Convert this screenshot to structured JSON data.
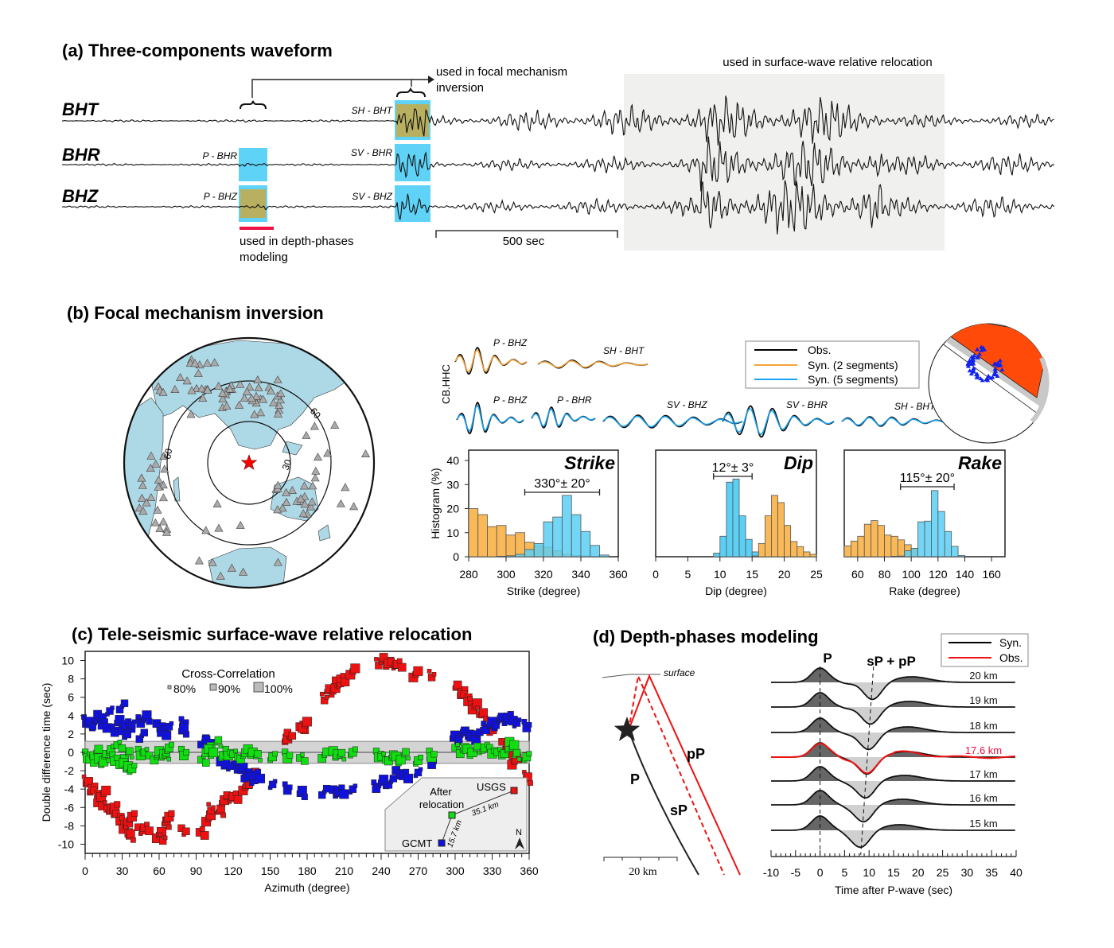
{
  "panel_a": {
    "title": "(a)  Three-components waveform",
    "components": [
      "BHT",
      "BHR",
      "BHZ"
    ],
    "window_labels": {
      "sh_bht": "SH - BHT",
      "p_bhr": "P - BHR",
      "sv_bhr": "SV - BHR",
      "p_bhz": "P - BHZ",
      "sv_bhz": "SV - BHZ"
    },
    "focal_note_1": "used in focal mechanism",
    "focal_note_2": "inversion",
    "surface_note": "used in surface-wave relative relocation",
    "depth_note_1": "used in depth-phases",
    "depth_note_2": "modeling",
    "scale_label": "500 sec",
    "colors": {
      "window": "#5fd3f7",
      "overlap": "#b8b060",
      "surface_region": "#f0f0ef",
      "depth_bar": "#ee1144"
    }
  },
  "panel_b": {
    "title": "(b)  Focal mechanism inversion",
    "map_ring_labels": [
      "30",
      "60",
      "60"
    ],
    "station_label": "CB.HHC",
    "waveform_labels_top": [
      "P - BHZ",
      "SH - BHT"
    ],
    "waveform_labels_bottom": [
      "P - BHZ",
      "P - BHR",
      "SV - BHZ",
      "SV - BHR",
      "SH - BHT"
    ],
    "legend": [
      {
        "label": "Obs.",
        "color": "#000000"
      },
      {
        "label": "Syn. (2 segments)",
        "color": "#f5a43a"
      },
      {
        "label": "Syn. (5 segments)",
        "color": "#1aa3f0"
      }
    ],
    "beachball_color": "#ff4a0a",
    "colors": {
      "land": "#add8e6",
      "station": "#aaaaaa",
      "epicenter": "#ff0000"
    }
  },
  "panel_c": {
    "title": "(c)  Tele-seismic surface-wave relative relocation",
    "legend_title": "Cross-Correlation",
    "legend_items": [
      "80%",
      "90%",
      "100%"
    ],
    "inset": {
      "after_1": "After",
      "after_2": "relocation",
      "usgs": "USGS",
      "gcmt": "GCMT",
      "d1": "35.1 km",
      "d2": "15.7 km",
      "north": "N"
    }
  },
  "panel_d": {
    "title": "(d)  Depth-phases modeling",
    "surface_label": "surface",
    "ray_labels": {
      "p": "P",
      "pp": "pP",
      "sp": "sP"
    },
    "scale_label": "20 km",
    "phase_labels": {
      "p": "P",
      "sp_pp": "sP + pP"
    },
    "legend": [
      {
        "label": "Syn.",
        "color": "#000000"
      },
      {
        "label": "Obs.",
        "color": "#ee1111"
      }
    ],
    "depths": [
      "20 km",
      "19 km",
      "18 km",
      "17.6 km",
      "17 km",
      "16 km",
      "15 km"
    ],
    "best_depth_index": 3,
    "best_color": "#ee1144"
  },
  "chart_data": [
    {
      "type": "bar",
      "name": "strike-histogram",
      "title": "Strike",
      "annotation": "330°± 20°",
      "annotation_range": [
        310,
        350
      ],
      "xlabel": "Strike (degree)",
      "ylabel": "Histogram (%)",
      "xlim": [
        280,
        360
      ],
      "ylim": [
        0,
        43
      ],
      "bin_width": 5,
      "xticks": [
        "280",
        "300",
        "320",
        "340",
        "360"
      ],
      "yticks": [
        "0",
        "10",
        "20",
        "30",
        "40"
      ],
      "series": [
        {
          "name": "Syn. (2 segments)",
          "color": "#f9b959",
          "bins": [
            280,
            285,
            290,
            295,
            300,
            305,
            310,
            315,
            320,
            325,
            330,
            335,
            340
          ],
          "values": [
            20,
            17.5,
            12.5,
            13,
            9,
            10,
            6,
            4.5,
            4,
            2.5,
            1,
            0.5,
            0.3
          ]
        },
        {
          "name": "Syn. (5 segments)",
          "color": "#5ccff5",
          "bins": [
            295,
            300,
            305,
            310,
            315,
            320,
            325,
            330,
            335,
            340,
            345,
            350
          ],
          "values": [
            0.2,
            0.4,
            1,
            3,
            5.5,
            14.5,
            16.5,
            25.5,
            17.5,
            10.5,
            4.7,
            0.7
          ]
        }
      ]
    },
    {
      "type": "bar",
      "name": "dip-histogram",
      "title": "Dip",
      "annotation": "12°± 3°",
      "annotation_range": [
        9,
        15
      ],
      "xlabel": "Dip (degree)",
      "xlim": [
        0,
        25
      ],
      "ylim": [
        0,
        43
      ],
      "bin_width": 1,
      "xticks": [
        "0",
        "5",
        "10",
        "15",
        "20",
        "25"
      ],
      "series": [
        {
          "name": "Syn. (5 segments)",
          "color": "#5ccff5",
          "bins": [
            9,
            10,
            11,
            12,
            13,
            14,
            15
          ],
          "values": [
            1.5,
            8.5,
            31,
            32.3,
            17,
            7.2,
            2
          ]
        },
        {
          "name": "Syn. (2 segments)",
          "color": "#f9b959",
          "bins": [
            15,
            16,
            17,
            18,
            19,
            20,
            21,
            22,
            23,
            24
          ],
          "values": [
            0.3,
            5.5,
            17,
            25.5,
            22.5,
            13,
            6.3,
            4.2,
            2,
            1
          ]
        }
      ]
    },
    {
      "type": "bar",
      "name": "rake-histogram",
      "title": "Rake",
      "annotation": "115°± 20°",
      "annotation_range": [
        92,
        132
      ],
      "xlabel": "Rake (degree)",
      "xlim": [
        50,
        170
      ],
      "ylim": [
        0,
        43
      ],
      "bin_width": 5,
      "xticks": [
        "60",
        "80",
        "100",
        "120",
        "140",
        "160"
      ],
      "series": [
        {
          "name": "Syn. (2 segments)",
          "color": "#f9b959",
          "bins": [
            50,
            55,
            60,
            65,
            70,
            75,
            80,
            85,
            90,
            95,
            100
          ],
          "values": [
            4.5,
            6.5,
            8.5,
            13.5,
            15,
            13,
            9,
            8.5,
            7,
            5,
            3.5
          ]
        },
        {
          "name": "Syn. (5 segments)",
          "color": "#5ccff5",
          "bins": [
            85,
            90,
            95,
            100,
            105,
            110,
            115,
            120,
            125,
            130,
            135
          ],
          "values": [
            0.2,
            0.3,
            2.5,
            3.5,
            14.5,
            14.8,
            27.5,
            18.8,
            10.5,
            4.3,
            0.5
          ]
        }
      ]
    },
    {
      "type": "scatter",
      "name": "double-difference-scatter",
      "xlabel": "Azimuth (degree)",
      "ylabel": "Double difference time (sec)",
      "xlim": [
        0,
        360
      ],
      "ylim": [
        -11,
        11
      ],
      "band": [
        -1.2,
        1.2
      ],
      "xticks": [
        "0",
        "30",
        "60",
        "90",
        "120",
        "150",
        "180",
        "210",
        "240",
        "270",
        "300",
        "330",
        "360"
      ],
      "yticks": [
        "-10",
        "-8",
        "-6",
        "-4",
        "-2",
        "0",
        "2",
        "4",
        "6",
        "8",
        "10"
      ],
      "series": [
        {
          "name": "USGS",
          "color": "#ee1111",
          "points": [
            [
              1,
              -3
            ],
            [
              3,
              -3.5
            ],
            [
              6,
              -4
            ],
            [
              9,
              -4.5
            ],
            [
              12,
              -5.5
            ],
            [
              15,
              -4.5
            ],
            [
              18,
              -5.8
            ],
            [
              21,
              -6.5
            ],
            [
              24,
              -6
            ],
            [
              27,
              -7
            ],
            [
              30,
              -7.5
            ],
            [
              33,
              -8
            ],
            [
              35,
              -8.5
            ],
            [
              37,
              -9.2
            ],
            [
              38,
              -7
            ],
            [
              45,
              -8.5
            ],
            [
              50,
              -8.2
            ],
            [
              60,
              -9
            ],
            [
              63,
              -9.3
            ],
            [
              66,
              -7.8
            ],
            [
              68,
              -7
            ],
            [
              80,
              -8.6
            ],
            [
              95,
              -8.7
            ],
            [
              100,
              -7.2
            ],
            [
              102,
              -6
            ],
            [
              110,
              -6.5
            ],
            [
              113,
              -5.2
            ],
            [
              117,
              -5
            ],
            [
              122,
              -4.8
            ],
            [
              130,
              -3.8
            ],
            [
              133,
              -3.2
            ],
            [
              138,
              -2.5
            ],
            [
              164,
              1.5
            ],
            [
              166,
              1.8
            ],
            [
              176,
              2.8
            ],
            [
              178,
              3
            ],
            [
              194,
              6
            ],
            [
              198,
              6.6
            ],
            [
              203,
              7
            ],
            [
              205,
              7.5
            ],
            [
              209,
              8
            ],
            [
              217,
              8.8
            ],
            [
              238,
              9.8
            ],
            [
              242,
              10
            ],
            [
              246,
              9.7
            ],
            [
              250,
              9.5
            ],
            [
              255,
              9.6
            ],
            [
              268,
              8.5
            ],
            [
              281,
              8.5
            ],
            [
              302,
              7
            ],
            [
              306,
              6.5
            ],
            [
              309,
              6
            ],
            [
              312,
              5.5
            ],
            [
              316,
              5
            ],
            [
              320,
              4.5
            ],
            [
              323,
              4
            ],
            [
              330,
              2.5
            ],
            [
              340,
              0.8
            ],
            [
              345,
              0
            ],
            [
              348,
              -1
            ],
            [
              358,
              -2.5
            ],
            [
              359,
              -3
            ]
          ]
        },
        {
          "name": "GCMT",
          "color": "#1111dd",
          "points": [
            [
              1,
              3.5
            ],
            [
              4,
              3
            ],
            [
              8,
              3.2
            ],
            [
              12,
              3.8
            ],
            [
              16,
              3
            ],
            [
              20,
              4.5
            ],
            [
              24,
              2.5
            ],
            [
              28,
              3.2
            ],
            [
              30,
              5
            ],
            [
              32,
              2
            ],
            [
              35,
              3
            ],
            [
              38,
              3
            ],
            [
              45,
              3.5
            ],
            [
              50,
              3.7
            ],
            [
              46,
              1.8
            ],
            [
              60,
              2.8
            ],
            [
              64,
              2.2
            ],
            [
              68,
              2.8
            ],
            [
              80,
              3.3
            ],
            [
              80,
              2.3
            ],
            [
              96,
              1.2
            ],
            [
              100,
              1
            ],
            [
              112,
              -1
            ],
            [
              118,
              -1.5
            ],
            [
              124,
              -1.5
            ],
            [
              128,
              -2
            ],
            [
              131,
              -2.5
            ],
            [
              135,
              -3
            ],
            [
              140,
              -2.5
            ],
            [
              152,
              -3.5
            ],
            [
              164,
              -3.8
            ],
            [
              176,
              -4.5
            ],
            [
              194,
              -4.3
            ],
            [
              203,
              -4.4
            ],
            [
              208,
              -4.2
            ],
            [
              217,
              -4
            ],
            [
              236,
              -3.6
            ],
            [
              242,
              -3.3
            ],
            [
              248,
              -3.2
            ],
            [
              254,
              -2.3
            ],
            [
              260,
              -2.5
            ],
            [
              270,
              -2.2
            ],
            [
              281,
              -1
            ],
            [
              300,
              1.5
            ],
            [
              305,
              1.8
            ],
            [
              310,
              2
            ],
            [
              315,
              1.7
            ],
            [
              320,
              2.2
            ],
            [
              325,
              2.8
            ],
            [
              330,
              3
            ],
            [
              335,
              3.3
            ],
            [
              340,
              3.5
            ],
            [
              345,
              3.8
            ],
            [
              350,
              3.2
            ],
            [
              358,
              3
            ]
          ]
        },
        {
          "name": "After relocation",
          "color": "#11dd11",
          "points": [
            [
              2,
              -0.3
            ],
            [
              5,
              -0.8
            ],
            [
              9,
              0
            ],
            [
              13,
              -1
            ],
            [
              17,
              -0.5
            ],
            [
              21,
              0.3
            ],
            [
              24,
              -0.6
            ],
            [
              28,
              0.8
            ],
            [
              30,
              -1
            ],
            [
              33,
              -1.5
            ],
            [
              36,
              -0.2
            ],
            [
              38,
              -1.8
            ],
            [
              45,
              0
            ],
            [
              50,
              0
            ],
            [
              58,
              -0.5
            ],
            [
              62,
              -0.2
            ],
            [
              66,
              -0.4
            ],
            [
              68,
              0.5
            ],
            [
              80,
              0
            ],
            [
              96,
              -0.8
            ],
            [
              100,
              0.3
            ],
            [
              102,
              0
            ],
            [
              108,
              1
            ],
            [
              112,
              -0.3
            ],
            [
              116,
              0
            ],
            [
              122,
              -0.2
            ],
            [
              128,
              -0.4
            ],
            [
              134,
              0
            ],
            [
              140,
              -0.5
            ],
            [
              152,
              -0.5
            ],
            [
              164,
              -0.3
            ],
            [
              176,
              -0.6
            ],
            [
              194,
              -0.3
            ],
            [
              203,
              -0.2
            ],
            [
              208,
              -0.4
            ],
            [
              217,
              0
            ],
            [
              238,
              -0.2
            ],
            [
              242,
              -0.5
            ],
            [
              248,
              -0.6
            ],
            [
              254,
              -0.8
            ],
            [
              260,
              -0.3
            ],
            [
              270,
              -0.9
            ],
            [
              281,
              -0.2
            ],
            [
              302,
              0.5
            ],
            [
              306,
              0.2
            ],
            [
              312,
              0
            ],
            [
              318,
              0.3
            ],
            [
              324,
              0.5
            ],
            [
              330,
              0.2
            ],
            [
              336,
              0
            ],
            [
              342,
              0.2
            ],
            [
              346,
              0.8
            ],
            [
              350,
              -0.4
            ],
            [
              358,
              -0.5
            ]
          ]
        }
      ]
    },
    {
      "type": "line",
      "name": "depth-phase-waveforms",
      "xlabel": "Time after P-wave (sec)",
      "xlim": [
        -10,
        40
      ],
      "xticks": [
        "-10",
        "-5",
        "0",
        "5",
        "10",
        "15",
        "20",
        "25",
        "30",
        "35",
        "40"
      ],
      "sp_pp_times": [
        10.7,
        10.3,
        9.9,
        9.6,
        9.3,
        8.9,
        8.3
      ]
    }
  ]
}
